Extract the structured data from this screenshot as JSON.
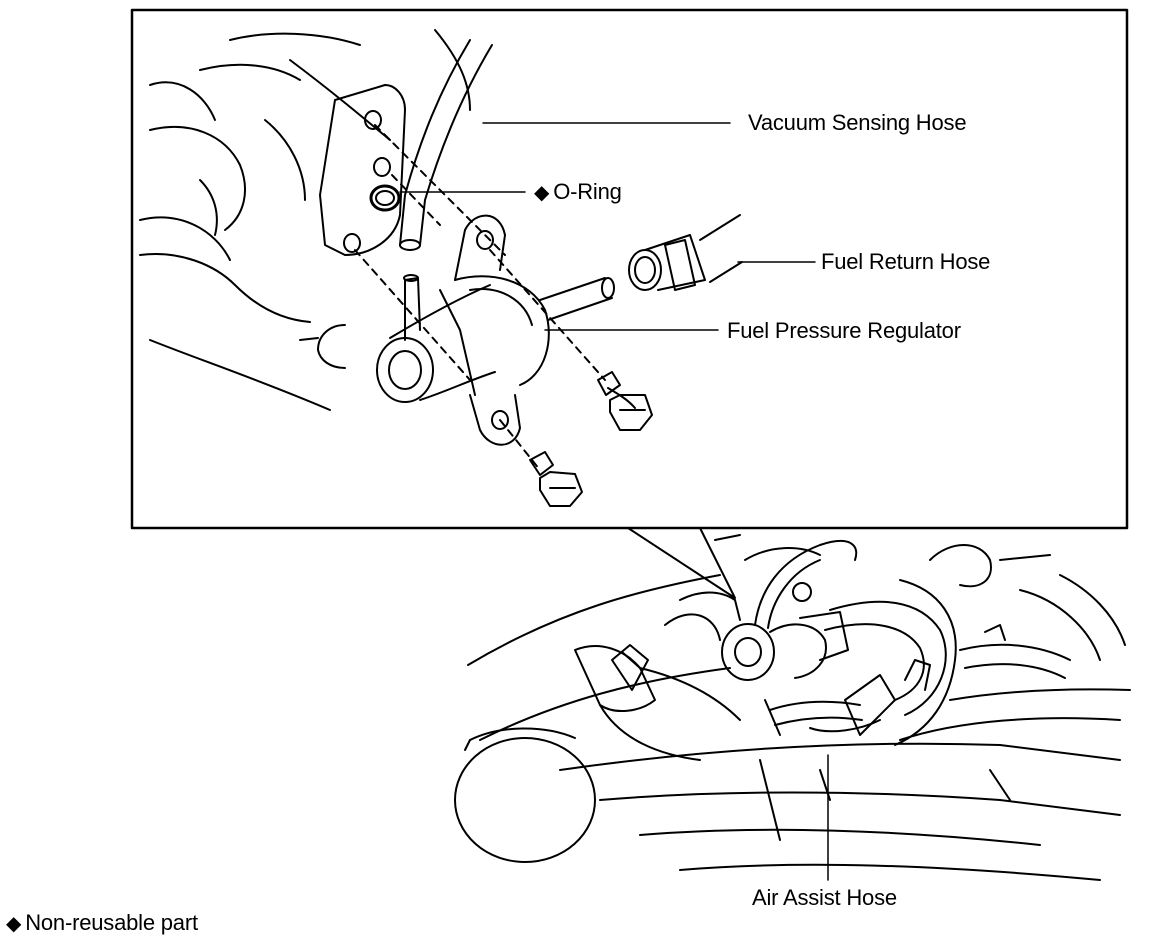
{
  "labels": {
    "vacuum_sensing_hose": "Vacuum Sensing Hose",
    "o_ring": "O-Ring",
    "fuel_return_hose": "Fuel Return Hose",
    "fuel_pressure_regulator": "Fuel Pressure Regulator",
    "air_assist_hose": "Air Assist Hose"
  },
  "legend": {
    "symbol": "◆",
    "text": "Non-reusable part"
  },
  "colors": {
    "ink": "#000000",
    "paper": "#ffffff"
  }
}
